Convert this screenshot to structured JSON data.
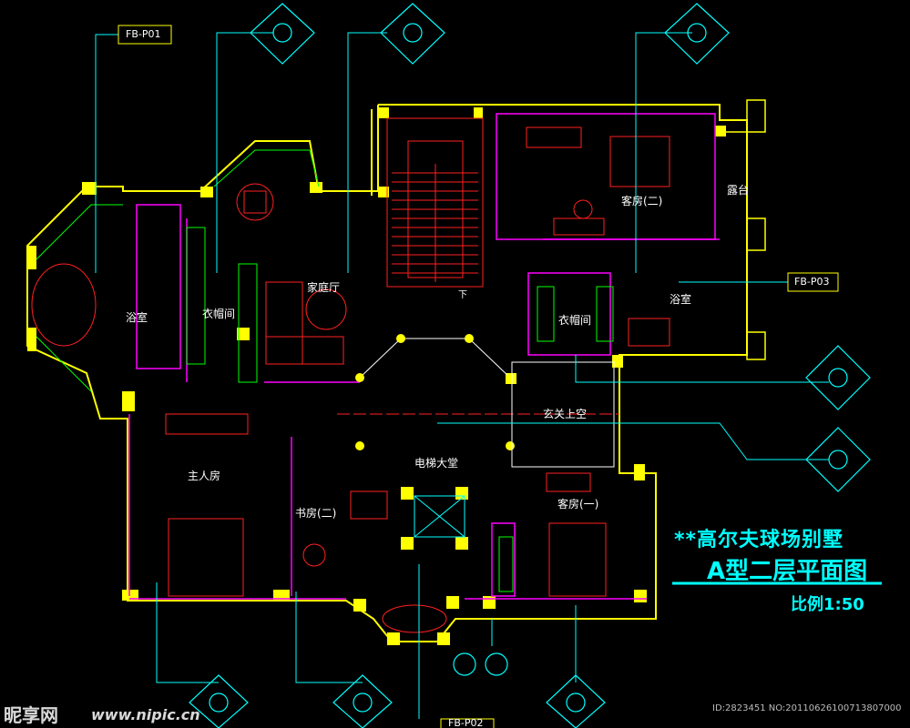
{
  "title": {
    "line1": "**高尔夫球场别墅",
    "line2": "A型二层平面图",
    "scale": "比例1:50"
  },
  "room_labels": {
    "guest_room_2": "客房(二)",
    "terrace": "露台",
    "bath_right": "浴室",
    "closet_right": "衣帽间",
    "family_hall": "家庭厅",
    "closet_left": "衣帽间",
    "bath_left": "浴室",
    "foyer_void": "玄关上空",
    "elevator_hall": "电梯大堂",
    "master_room": "主人房",
    "study_2": "书房(二)",
    "guest_room_1": "客房(一)",
    "stair_down": "下"
  },
  "tags": {
    "p01": "FB-P01",
    "p02": "FB-P02",
    "p03": "FB-P03"
  },
  "watermark": {
    "brand": "昵享网",
    "url": "www.nipic.cn",
    "id": "ID:2823451 NO:20110626100713807000"
  },
  "colors": {
    "wall": "#ffff00",
    "line_red": "#ff2020",
    "line_cyan": "#00ffff",
    "line_magenta": "#ff00ff",
    "line_green": "#00ff00",
    "line_white": "#ffffff"
  }
}
